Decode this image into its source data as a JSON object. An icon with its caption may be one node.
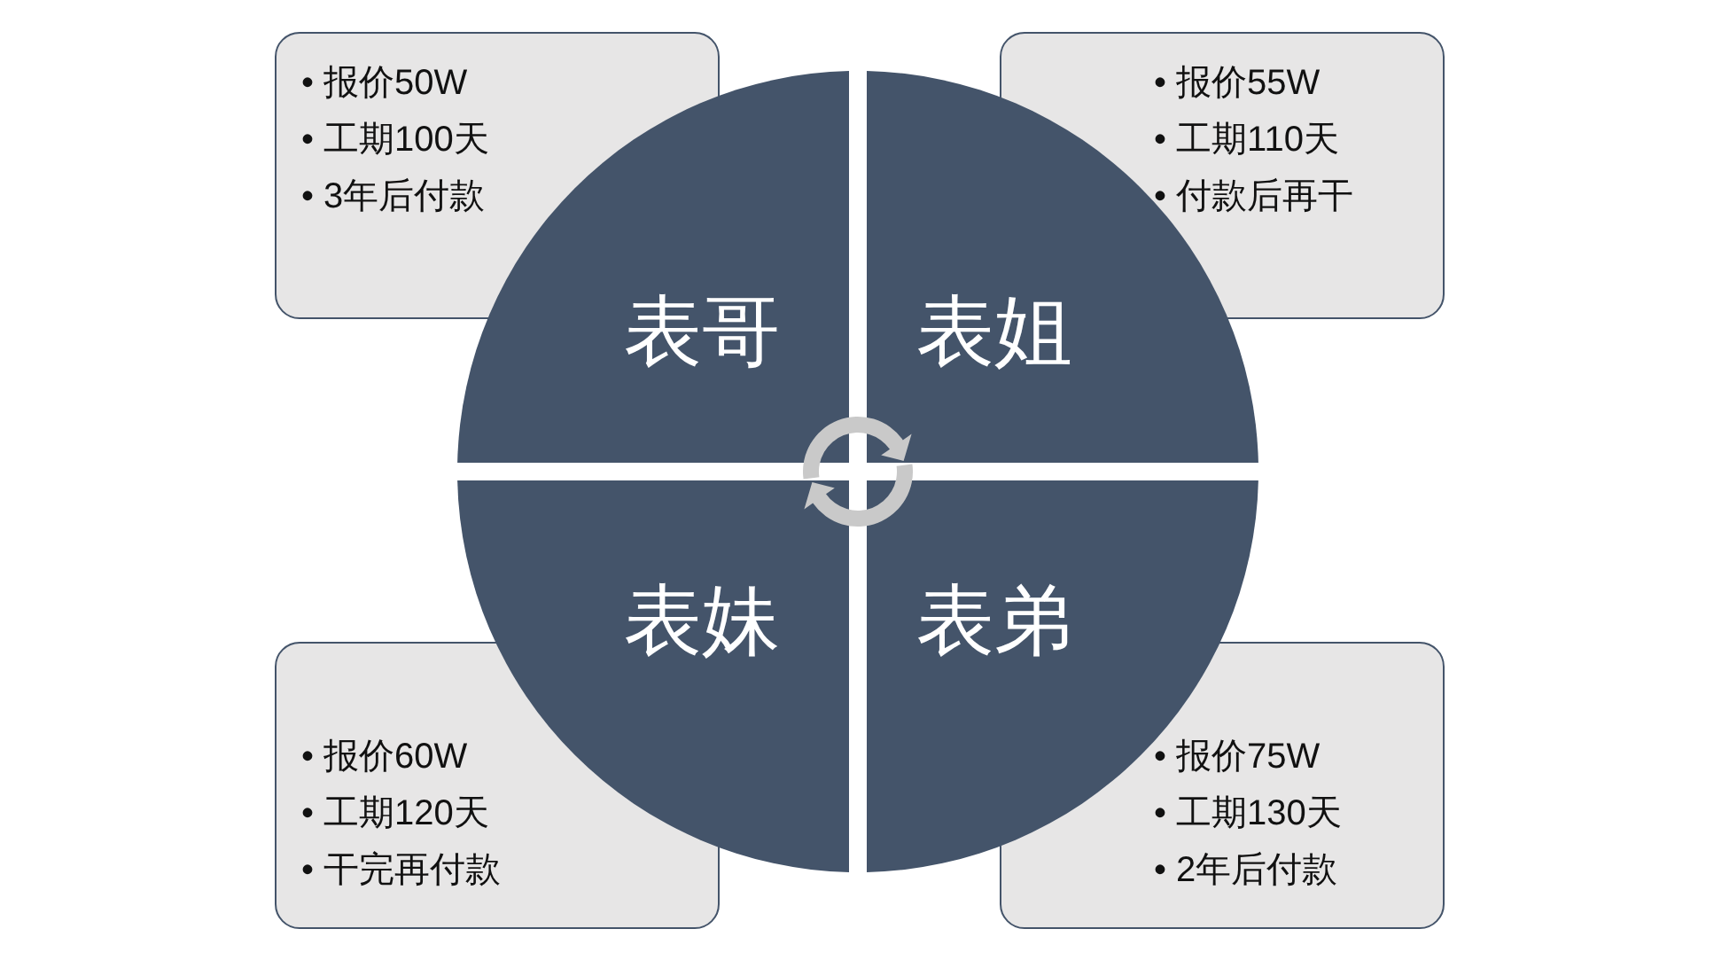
{
  "diagram": {
    "nodes": [
      {
        "text": [
          "• 报价50W",
          "• 工期100天",
          "• 3年后付款"
        ]
      },
      {
        "text": [
          "• 报价55W",
          "• 工期110天",
          "• 付款后再干"
        ]
      },
      {
        "text": [
          "表哥"
        ]
      },
      {
        "text": [
          "表姐"
        ]
      },
      {
        "text": [
          "表妹"
        ]
      },
      {
        "text": [
          "表弟"
        ]
      },
      {
        "text": [
          "• 报价60W",
          "• 工期120天",
          "• 干完再付款"
        ]
      },
      {
        "text": [
          "• 报价75W",
          "• 工期130天",
          "• 2年后付款"
        ]
      }
    ],
    "edges": []
  }
}
